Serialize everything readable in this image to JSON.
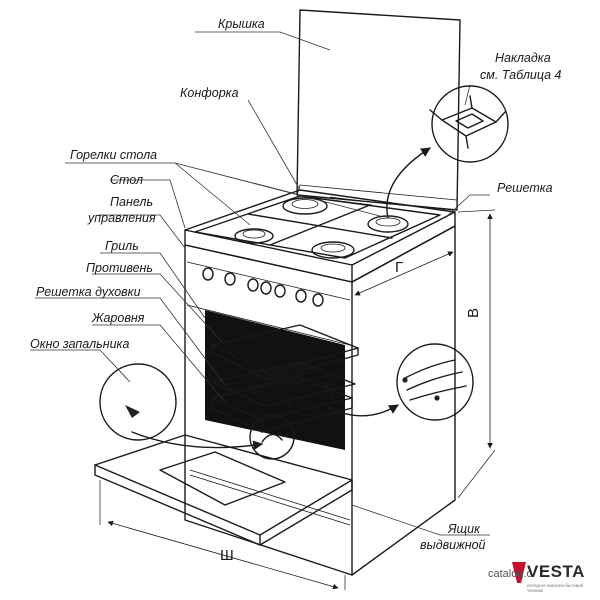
{
  "labels": {
    "lid": "Крышка",
    "burner_cap": "Конфорка",
    "cover_1": "Накладка",
    "cover_2": "см. Таблица 4",
    "table_burners": "Горелки стола",
    "table": "Стол",
    "panel_1": "Панель",
    "panel_2": "управления",
    "grate": "Решетка",
    "grill": "Гриль",
    "tray": "Противень",
    "oven_rack": "Решетка духовки",
    "roaster": "Жаровня",
    "ignition_window": "Окно запальника",
    "drawer_1": "Ящик",
    "drawer_2": "выдвижной"
  },
  "dimensions": {
    "width": "Ш",
    "height": "В",
    "depth": "Г"
  },
  "watermark": {
    "catalog": "catalog.o",
    "brand": "VESTA",
    "brand_sub": "интернет-магазин бытовой техники"
  }
}
